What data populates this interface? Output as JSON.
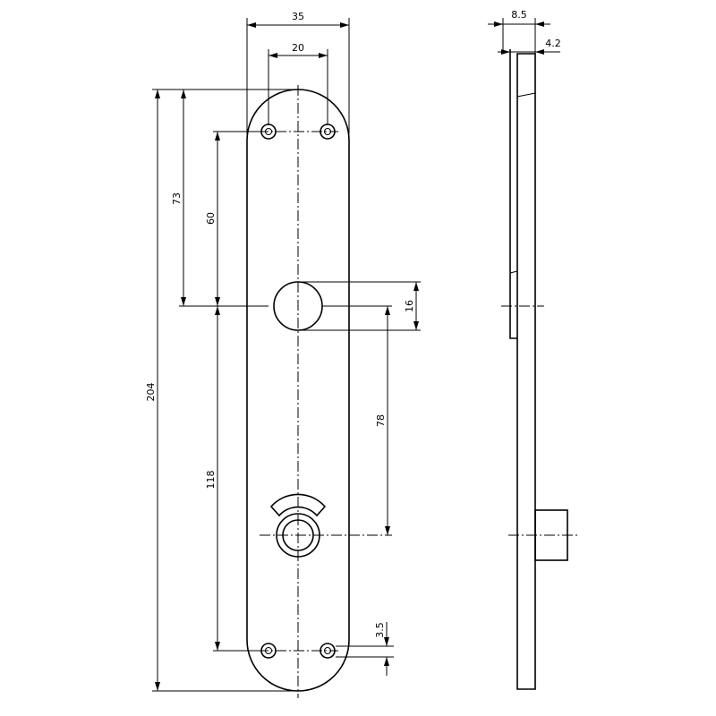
{
  "drawing": {
    "front_view": {
      "dimensions": {
        "width_total": "35",
        "screw_spacing_top": "20",
        "top_to_spindle": "73",
        "screw_to_spindle": "60",
        "total_height": "204",
        "spindle_to_bottom_screw": "118",
        "spindle_to_turn": "78",
        "spindle_diameter": "16",
        "screw_hole": "3.5"
      }
    },
    "side_view": {
      "dimensions": {
        "total_depth": "8.5",
        "plate_thickness": "4.2"
      }
    }
  }
}
